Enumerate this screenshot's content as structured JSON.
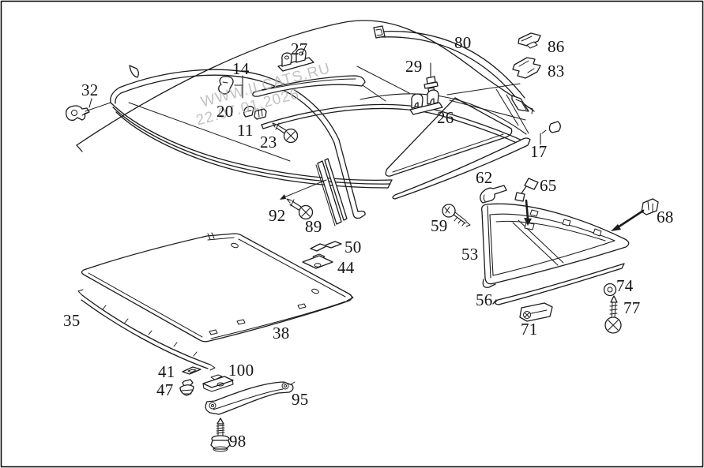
{
  "image": {
    "background": "#ffffff",
    "border_color": "#000000",
    "line_color": "#1c1c1c",
    "label_color": "#141414",
    "watermark_color": "#b3b3b3"
  },
  "watermark": {
    "line1": "WWW.ILCATS.RU",
    "line2": "22.07.01.2026"
  },
  "callouts": {
    "c11": "11",
    "c14": "14",
    "c17": "17",
    "c20": "20",
    "c23": "23",
    "c26": "26",
    "c27": "27",
    "c29": "29",
    "c32": "32",
    "c35": "35",
    "c38": "38",
    "c41": "41",
    "c44": "44",
    "c47": "47",
    "c50": "50",
    "c53": "53",
    "c56": "56",
    "c59": "59",
    "c62": "62",
    "c65": "65",
    "c68": "68",
    "c71": "71",
    "c74": "74",
    "c77": "77",
    "c80": "80",
    "c83": "83",
    "c86": "86",
    "c89": "89",
    "c92": "92",
    "c95": "95",
    "c98": "98",
    "c100": "100"
  }
}
